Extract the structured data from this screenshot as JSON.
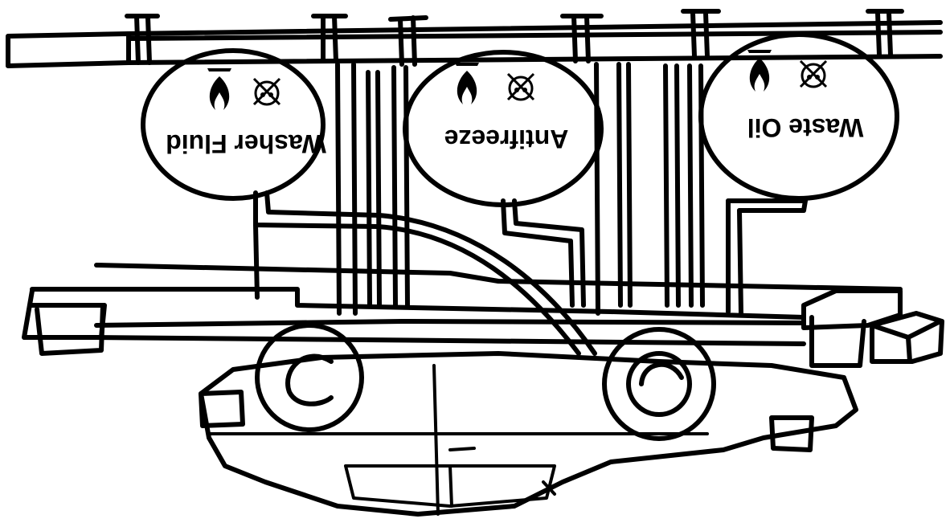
{
  "diagram": {
    "orientation": "upside-down",
    "tanks": [
      {
        "label": "Washer Fluid",
        "hazard_icons": [
          "flame-icon",
          "skull-crossbones-icon"
        ]
      },
      {
        "label": "Antifreeze",
        "hazard_icons": [
          "flame-icon",
          "skull-crossbones-icon"
        ]
      },
      {
        "label": "Waste Oil",
        "hazard_icons": [
          "flame-icon",
          "skull-crossbones-icon"
        ]
      }
    ],
    "colors": {
      "ink": "#000000",
      "background": "#ffffff"
    }
  }
}
